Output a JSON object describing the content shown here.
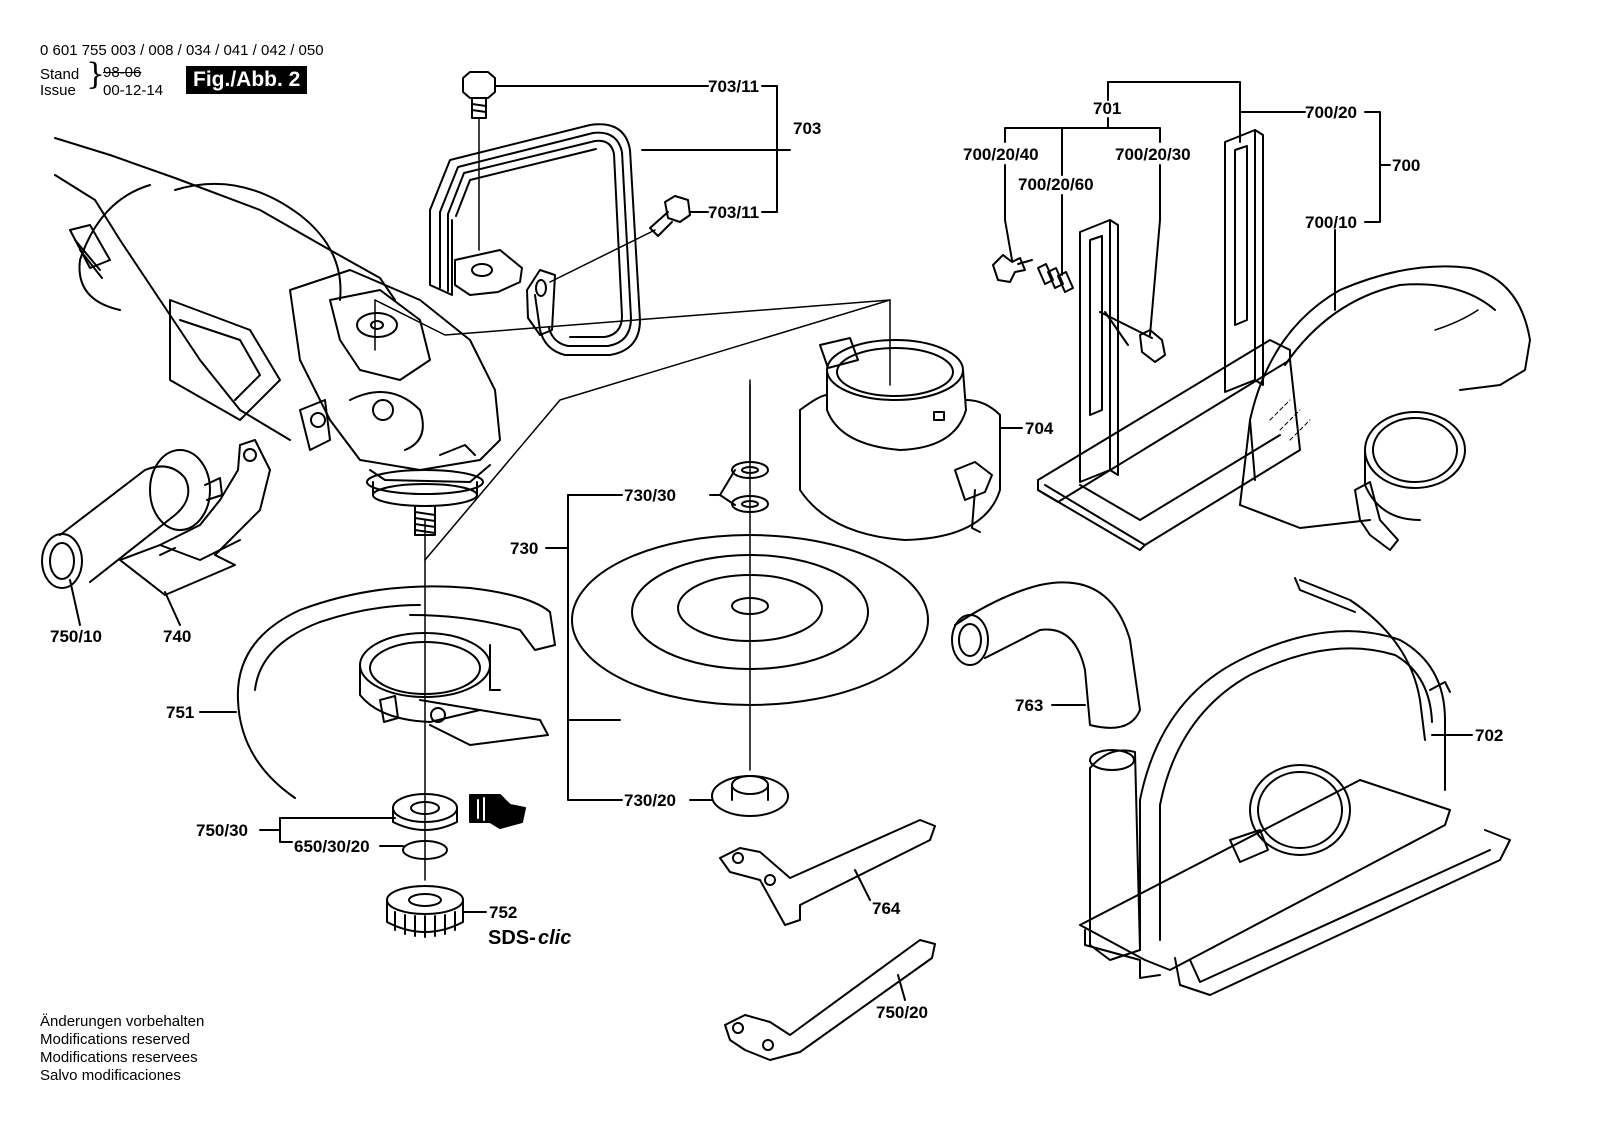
{
  "header": {
    "part_numbers": "0 601 755 003 / 008 / 034 / 041 / 042 / 050",
    "stand_label": "Stand",
    "issue_label": "Issue",
    "stand_date": "98-06",
    "issue_date": "00-12-14",
    "figure_label": "Fig./Abb. 2"
  },
  "footer": {
    "notes": [
      "Änderungen vorbehalten",
      "Modifications reserved",
      "Modifications reservees",
      "Salvo modificaciones"
    ]
  },
  "brand_text": {
    "sds": "SDS-",
    "clic": "clic"
  },
  "callouts": {
    "c703_11_top": "703/11",
    "c703": "703",
    "c703_11_bottom": "703/11",
    "c701": "701",
    "c700_20": "700/20",
    "c700": "700",
    "c700_20_40": "700/20/40",
    "c700_20_60": "700/20/60",
    "c700_20_30": "700/20/30",
    "c700_10": "700/10",
    "c704": "704",
    "c730_30": "730/30",
    "c730": "730",
    "c730_20": "730/20",
    "c750_10": "750/10",
    "c740": "740",
    "c751": "751",
    "c750_30": "750/30",
    "c650_30_20": "650/30/20",
    "c752": "752",
    "c763": "763",
    "c702": "702",
    "c764": "764",
    "c750_20": "750/20"
  }
}
